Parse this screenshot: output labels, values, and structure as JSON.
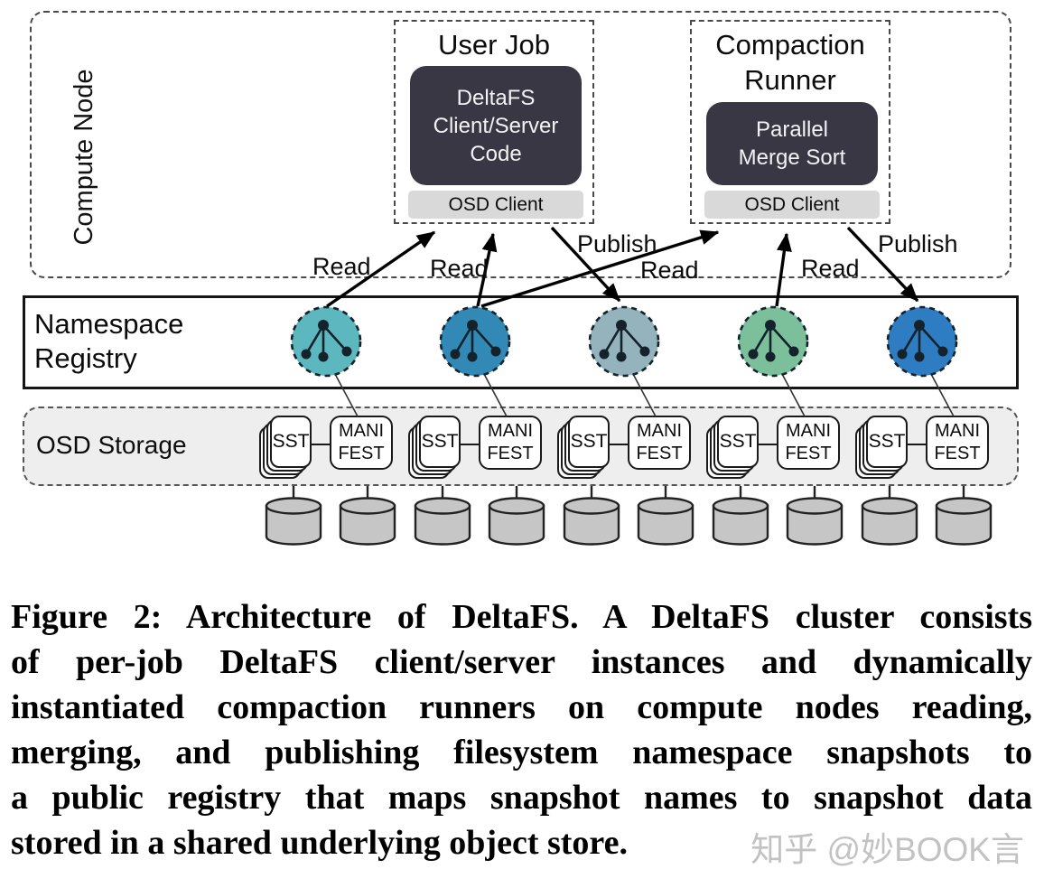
{
  "figure": {
    "compute_node": {
      "label": "Compute Node",
      "user_job": {
        "title": "User Job",
        "code_box": "DeltaFS\nClient/Server\nCode",
        "osd_client_label": "OSD Client"
      },
      "compaction_runner": {
        "title": "Compaction\nRunner",
        "code_box": "Parallel\nMerge Sort",
        "osd_client_label": "OSD Client"
      }
    },
    "edge_labels": [
      {
        "text": "Read"
      },
      {
        "text": "Read"
      },
      {
        "text": "Publish"
      },
      {
        "text": "Read"
      },
      {
        "text": "Read"
      },
      {
        "text": "Publish"
      }
    ],
    "namespace_registry": {
      "label": "Namespace\nRegistry",
      "snapshot_icon": "namespace-tree-icon",
      "snapshot_colors": [
        "#5CB7BE",
        "#3389B6",
        "#95B3BD",
        "#7CC09B",
        "#2E7DC3"
      ]
    },
    "osd_storage": {
      "label": "OSD Storage",
      "sst_label": "SST",
      "manifest_label": "MANI\nFEST",
      "group_count": 5,
      "disk_count": 10
    }
  },
  "caption": {
    "lines": [
      "Figure 2: Architecture of DeltaFS. A DeltaFS cluster consists",
      "of per-job DeltaFS client/server instances and dynamically",
      "instantiated compaction runners on compute nodes reading,",
      "merging, and publishing filesystem namespace snapshots to",
      "a public registry that maps snapshot names to snapshot data",
      "stored in a shared underlying object store."
    ]
  },
  "watermark": "知乎 @妙BOOK言",
  "colors": {
    "code_box_bg": "#393744",
    "osd_client_bg": "#D9D9D9",
    "storage_band_bg": "#EEEEEE",
    "disk_fill": "#C6C6C6",
    "tree_glyph": "#14222C",
    "watermark_text": "#C2C2C2"
  }
}
